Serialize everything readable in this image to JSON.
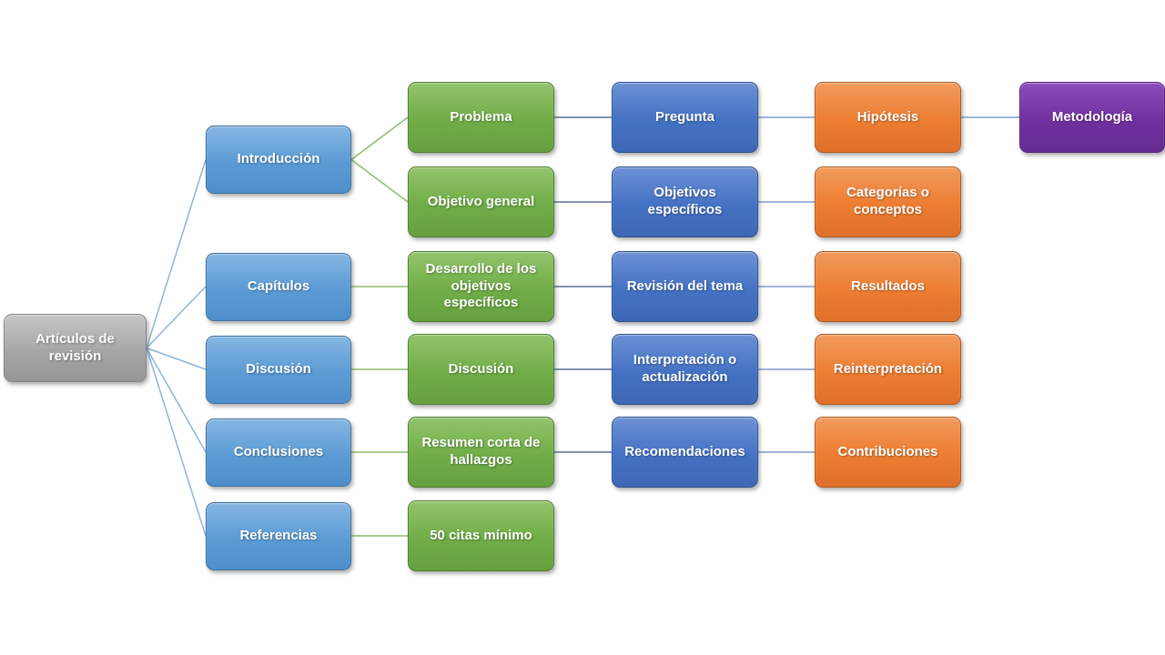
{
  "page": {
    "background": "#ffffff",
    "description": "Hierarchy diagram of review article structure"
  },
  "diagram": {
    "nodes": [
      {
        "id": "root",
        "label": "Artículos de revisión",
        "color": "gray",
        "parent": null
      },
      {
        "id": "introduccion",
        "label": "Introducción",
        "color": "blue",
        "parent": "root"
      },
      {
        "id": "capitulos",
        "label": "Capítulos",
        "color": "blue",
        "parent": "root"
      },
      {
        "id": "discusion1",
        "label": "Discusión",
        "color": "blue",
        "parent": "root"
      },
      {
        "id": "conclusiones",
        "label": "Conclusiones",
        "color": "blue",
        "parent": "root"
      },
      {
        "id": "referencias",
        "label": "Referencias",
        "color": "blue",
        "parent": "root"
      },
      {
        "id": "problema",
        "label": "Problema",
        "color": "green",
        "parent": "introduccion"
      },
      {
        "id": "objetivo-general",
        "label": "Objetivo general",
        "color": "green",
        "parent": "introduccion"
      },
      {
        "id": "desarrollo",
        "label": "Desarrollo de los objetivos específicos",
        "color": "green",
        "parent": "capitulos"
      },
      {
        "id": "discusion2",
        "label": "Discusión",
        "color": "green",
        "parent": "discusion1"
      },
      {
        "id": "resumen",
        "label": "Resumen corta de hallazgos",
        "color": "green",
        "parent": "conclusiones"
      },
      {
        "id": "citas",
        "label": "50 citas mínimo",
        "color": "green",
        "parent": "referencias"
      },
      {
        "id": "pregunta",
        "label": "Pregunta",
        "color": "darkblue",
        "parent": "problema"
      },
      {
        "id": "objetivos-especificos",
        "label": "Objetivos específicos",
        "color": "darkblue",
        "parent": "objetivo-general"
      },
      {
        "id": "revision-tema",
        "label": "Revisión del tema",
        "color": "darkblue",
        "parent": "desarrollo"
      },
      {
        "id": "interpretacion",
        "label": "Interpretación o actualización",
        "color": "darkblue",
        "parent": "discusion2"
      },
      {
        "id": "recomendaciones",
        "label": "Recomendaciones",
        "color": "darkblue",
        "parent": "resumen"
      },
      {
        "id": "hipotesis",
        "label": "Hipótesis",
        "color": "orange",
        "parent": "pregunta"
      },
      {
        "id": "categorias",
        "label": "Categorías o conceptos",
        "color": "orange",
        "parent": "objetivos-especificos"
      },
      {
        "id": "resultados",
        "label": "Resultados",
        "color": "orange",
        "parent": "revision-tema"
      },
      {
        "id": "reinterpretacion",
        "label": "Reinterpretación",
        "color": "orange",
        "parent": "interpretacion"
      },
      {
        "id": "contribuciones",
        "label": "Contribuciones",
        "color": "orange",
        "parent": "recomendaciones"
      },
      {
        "id": "metodologia",
        "label": "Metodología",
        "color": "purple",
        "parent": "hipotesis"
      }
    ],
    "palette": {
      "gray": {
        "light": "#c6c6c6",
        "base": "#a6a6a6",
        "dark": "#969696",
        "border": "#848484"
      },
      "blue": {
        "light": "#85b6e2",
        "base": "#5b9bd5",
        "dark": "#4e8ecb",
        "border": "#41719c"
      },
      "green": {
        "light": "#92c46c",
        "base": "#70ad47",
        "dark": "#66a040",
        "border": "#507e32"
      },
      "darkblue": {
        "light": "#6c90d4",
        "base": "#4472c4",
        "dark": "#3d68b5",
        "border": "#2f528f"
      },
      "orange": {
        "light": "#f29b5c",
        "base": "#ed7d31",
        "dark": "#e0702a",
        "border": "#ae5a21"
      },
      "purple": {
        "light": "#8d4cbb",
        "base": "#7030a0",
        "dark": "#662c92",
        "border": "#54257a"
      }
    },
    "edge_colors": {
      "blue": "#8eb4dc",
      "green": "#8fbc6b",
      "darkblue": "#5b6f96",
      "orange": "#7d9bc9",
      "purple": "#7d9bc9"
    }
  }
}
